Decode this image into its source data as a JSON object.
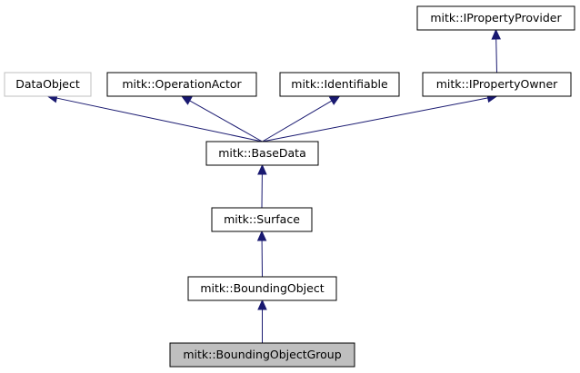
{
  "diagram": {
    "nodes": {
      "iproperty_provider": {
        "label": "mitk::IPropertyProvider"
      },
      "data_object": {
        "label": "DataObject"
      },
      "operation_actor": {
        "label": "mitk::OperationActor"
      },
      "identifiable": {
        "label": "mitk::Identifiable"
      },
      "iproperty_owner": {
        "label": "mitk::IPropertyOwner"
      },
      "base_data": {
        "label": "mitk::BaseData"
      },
      "surface": {
        "label": "mitk::Surface"
      },
      "bounding_object": {
        "label": "mitk::BoundingObject"
      },
      "bounding_object_group": {
        "label": "mitk::BoundingObjectGroup"
      }
    },
    "edges": [
      {
        "from": "iproperty_owner",
        "to": "iproperty_provider"
      },
      {
        "from": "base_data",
        "to": "data_object"
      },
      {
        "from": "base_data",
        "to": "operation_actor"
      },
      {
        "from": "base_data",
        "to": "identifiable"
      },
      {
        "from": "base_data",
        "to": "iproperty_owner"
      },
      {
        "from": "surface",
        "to": "base_data"
      },
      {
        "from": "bounding_object",
        "to": "surface"
      },
      {
        "from": "bounding_object_group",
        "to": "bounding_object"
      }
    ],
    "colors": {
      "edge": "#191970",
      "node_border": "#000000",
      "external_node_border": "#bfbfbf",
      "highlight_fill": "#bfbfbf",
      "node_fill": "#ffffff"
    }
  }
}
